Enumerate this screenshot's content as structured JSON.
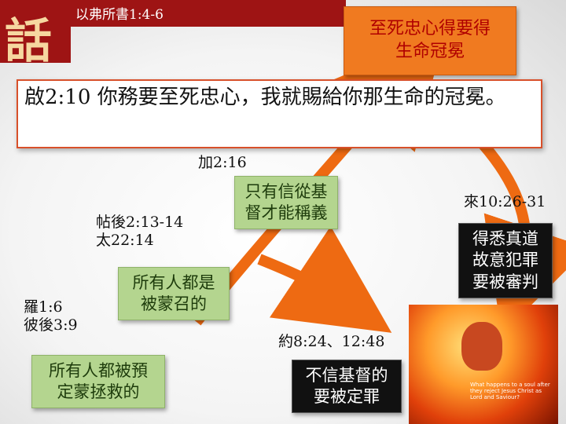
{
  "header": {
    "book_ref": "以弗所書1:4-6"
  },
  "goal_box": {
    "text": "至死忠心得要得\n生命冠冕"
  },
  "main_verse": {
    "text": "啟2:10 你務要至死忠心，我就賜給你那生命的冠冕。"
  },
  "references": {
    "gal": "加2:16",
    "heb": "來10:26-31",
    "thess_matt": "帖後2:13-14\n太22:14",
    "rom_pet": "羅1:6\n彼後3:9",
    "john": "約8:24、12:48"
  },
  "steps": {
    "faith_only": "只有信從基\n督才能稱義",
    "all_called": "所有人都是\n被蒙召的",
    "all_predestined": "所有人都被預\n定蒙拯救的",
    "unbelief_condemned": "不信基督的\n要被定罪",
    "willful_sin_judged": "得悉真道\n故意犯罪\n要被審判"
  },
  "image_caption": {
    "text": "What happens to a soul after\nthey reject Jesus Christ as\nLord and Saviour?"
  },
  "colors": {
    "arrow": "#ee6a12",
    "goal_bg": "#f07a20",
    "goal_text": "#b00000",
    "green_box": "#b4d58f",
    "verse_border": "#d8502a"
  }
}
